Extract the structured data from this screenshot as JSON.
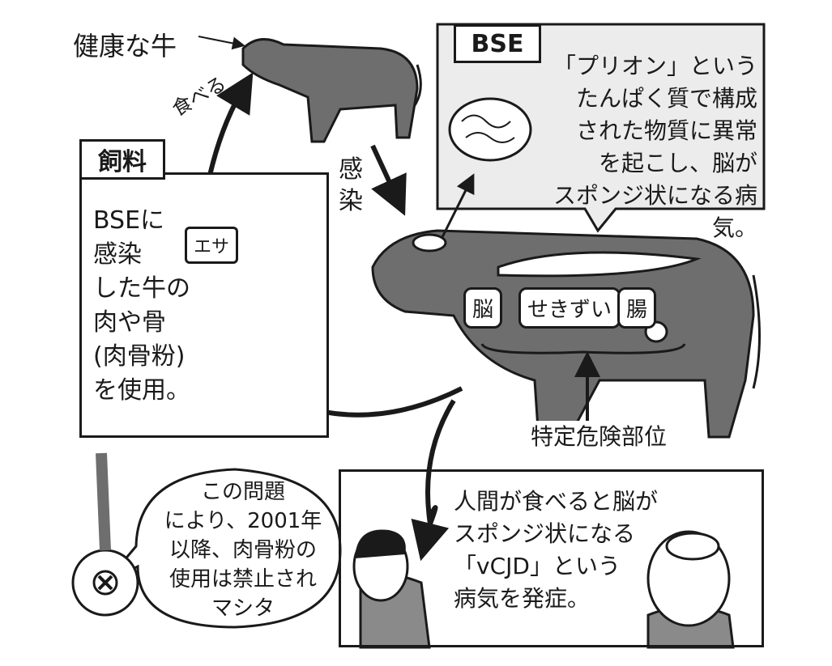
{
  "top": {
    "healthy_cow": "健康な牛",
    "eat": "食べる",
    "infection": "感染"
  },
  "feed": {
    "title": "飼料",
    "body": "BSEに\n感染\nした牛の\n肉や骨\n(肉骨粉)\nを使用。",
    "jar_label": "エサ"
  },
  "bse": {
    "title": "BSE",
    "body": "「プリオン」という\nたんぱく質で構成\nされた物質に異常\nを起こし、脳が\nスポンジ状になる病気。"
  },
  "cow_parts": {
    "brain": "脳",
    "spine": "せきずい",
    "intestine": "腸",
    "risk_parts": "特定危険部位"
  },
  "human": {
    "body": "人間が食べると脳が\nスポンジ状になる\n「vCJD」という\n病気を発症。"
  },
  "bubble": {
    "body": "この問題\nにより、2001年\n以降、肉骨粉の\n使用は禁止され\nマシタ"
  },
  "colors": {
    "ink": "#1a1a1a",
    "cow": "#6e6e6e",
    "panel": "#ececec"
  }
}
